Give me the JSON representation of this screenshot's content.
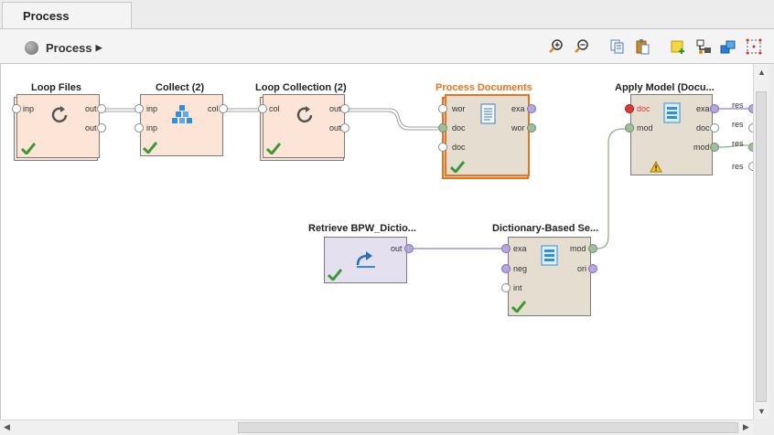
{
  "tab": {
    "label": "Process"
  },
  "breadcrumb": {
    "label": "Process"
  },
  "toolbar_icons": [
    "zoom-in-icon",
    "zoom-out-icon",
    "copy-icon",
    "paste-icon",
    "add-note-icon",
    "auto-wire-icon",
    "arrange-icon",
    "select-all-icon"
  ],
  "operators": {
    "loop_files": {
      "title": "Loop Files",
      "in": [
        "inp"
      ],
      "out": [
        "out",
        "out"
      ]
    },
    "collect": {
      "title": "Collect (2)",
      "in": [
        "inp",
        "inp"
      ],
      "out": [
        "col"
      ]
    },
    "loop_collection": {
      "title": "Loop Collection (2)",
      "in": [
        "col"
      ],
      "out": [
        "out",
        "out"
      ]
    },
    "process_documents": {
      "title": "Process Documents",
      "in": [
        "wor",
        "doc",
        "doc"
      ],
      "out": [
        "exa",
        "wor"
      ]
    },
    "apply_model": {
      "title": "Apply Model (Docu...",
      "in": [
        "doc",
        "mod"
      ],
      "out": [
        "exa",
        "doc",
        "mod"
      ]
    },
    "retrieve": {
      "title": "Retrieve BPW_Dictio...",
      "out": [
        "out"
      ]
    },
    "dictionary": {
      "title": "Dictionary-Based Se...",
      "in": [
        "exa",
        "neg",
        "int"
      ],
      "out": [
        "mod",
        "ori"
      ]
    }
  },
  "result_ports": [
    "res",
    "res",
    "res",
    "res"
  ],
  "colors": {
    "selected_title": "#e8731c",
    "connection_doc": "#a0a0a0",
    "connection_example": "#8f83c0",
    "connection_model": "#88b090",
    "error_port": "#d83a3a"
  }
}
